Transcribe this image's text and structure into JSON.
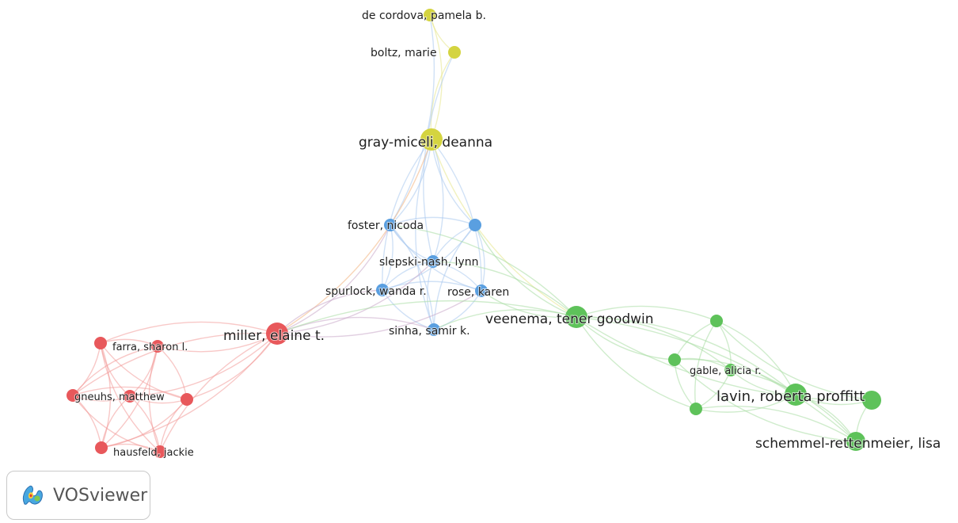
{
  "colors": {
    "red": "#e8585b",
    "yellow": "#d4d440",
    "blue": "#5a9fe0",
    "green": "#5ec25a",
    "edge_red": "#f29a99",
    "edge_yellow": "#e6e68a",
    "edge_blue": "#a9c9ee",
    "edge_green": "#a8dca3",
    "edge_orange": "#f3b27e",
    "edge_purple": "#c9a8c9"
  },
  "nodes": [
    {
      "id": "decordova",
      "label": "de cordova, pamela b.",
      "cluster": "yellow",
      "size": "small"
    },
    {
      "id": "boltz",
      "label": "boltz, marie",
      "cluster": "yellow",
      "size": "small"
    },
    {
      "id": "graymiceli",
      "label": "gray-miceli, deanna",
      "cluster": "yellow",
      "size": "large"
    },
    {
      "id": "foster",
      "label": "foster, nicoda",
      "cluster": "blue",
      "size": "small"
    },
    {
      "id": "blue_unlabeled",
      "label": "",
      "cluster": "blue",
      "size": "small"
    },
    {
      "id": "slepski",
      "label": "slepski-nash, lynn",
      "cluster": "blue",
      "size": "small"
    },
    {
      "id": "spurlock",
      "label": "spurlock, wanda r.",
      "cluster": "blue",
      "size": "small"
    },
    {
      "id": "rose",
      "label": "rose, karen",
      "cluster": "blue",
      "size": "small"
    },
    {
      "id": "sinha",
      "label": "sinha, samir k.",
      "cluster": "blue",
      "size": "small"
    },
    {
      "id": "veenema",
      "label": "veenema, tener goodwin",
      "cluster": "green",
      "size": "large"
    },
    {
      "id": "miller",
      "label": "miller, elaine t.",
      "cluster": "red",
      "size": "large"
    },
    {
      "id": "farra",
      "label": "farra, sharon l.",
      "cluster": "red",
      "size": "small"
    },
    {
      "id": "red_left_top",
      "label": "",
      "cluster": "red",
      "size": "small"
    },
    {
      "id": "gneuhs",
      "label": "gneuhs, matthew",
      "cluster": "red",
      "size": "small"
    },
    {
      "id": "red_left_mid",
      "label": "",
      "cluster": "red",
      "size": "small"
    },
    {
      "id": "red_right_mid",
      "label": "",
      "cluster": "red",
      "size": "small"
    },
    {
      "id": "hausfeld",
      "label": "hausfeld, jackie",
      "cluster": "red",
      "size": "small"
    },
    {
      "id": "red_left_bot",
      "label": "",
      "cluster": "red",
      "size": "small"
    },
    {
      "id": "green_top",
      "label": "",
      "cluster": "green",
      "size": "small"
    },
    {
      "id": "green_mid",
      "label": "",
      "cluster": "green",
      "size": "small"
    },
    {
      "id": "gable",
      "label": "gable, alicia r.",
      "cluster": "green",
      "size": "small"
    },
    {
      "id": "green_low",
      "label": "",
      "cluster": "green",
      "size": "small"
    },
    {
      "id": "lavin",
      "label": "lavin, roberta proffitt",
      "cluster": "green",
      "size": "large"
    },
    {
      "id": "green_right",
      "label": "",
      "cluster": "green",
      "size": "medium"
    },
    {
      "id": "schemmel",
      "label": "schemmel-rettenmeier, lisa",
      "cluster": "green",
      "size": "medium"
    }
  ],
  "edges": [
    [
      "decordova",
      "boltz"
    ],
    [
      "decordova",
      "graymiceli"
    ],
    [
      "boltz",
      "graymiceli"
    ],
    [
      "decordova",
      "foster"
    ],
    [
      "boltz",
      "slepski"
    ],
    [
      "graymiceli",
      "foster"
    ],
    [
      "graymiceli",
      "blue_unlabeled"
    ],
    [
      "graymiceli",
      "slepski"
    ],
    [
      "graymiceli",
      "spurlock"
    ],
    [
      "graymiceli",
      "rose"
    ],
    [
      "graymiceli",
      "sinha"
    ],
    [
      "graymiceli",
      "miller"
    ],
    [
      "graymiceli",
      "veenema"
    ],
    [
      "foster",
      "blue_unlabeled"
    ],
    [
      "foster",
      "slepski"
    ],
    [
      "foster",
      "spurlock"
    ],
    [
      "foster",
      "rose"
    ],
    [
      "foster",
      "sinha"
    ],
    [
      "blue_unlabeled",
      "slepski"
    ],
    [
      "blue_unlabeled",
      "rose"
    ],
    [
      "blue_unlabeled",
      "sinha"
    ],
    [
      "blue_unlabeled",
      "spurlock"
    ],
    [
      "slepski",
      "spurlock"
    ],
    [
      "slepski",
      "rose"
    ],
    [
      "slepski",
      "sinha"
    ],
    [
      "spurlock",
      "rose"
    ],
    [
      "spurlock",
      "sinha"
    ],
    [
      "rose",
      "sinha"
    ],
    [
      "miller",
      "foster"
    ],
    [
      "miller",
      "spurlock"
    ],
    [
      "miller",
      "slepski"
    ],
    [
      "miller",
      "sinha"
    ],
    [
      "miller",
      "rose"
    ],
    [
      "miller",
      "veenema"
    ],
    [
      "veenema",
      "foster"
    ],
    [
      "veenema",
      "blue_unlabeled"
    ],
    [
      "veenema",
      "slepski"
    ],
    [
      "veenema",
      "rose"
    ],
    [
      "veenema",
      "sinha"
    ],
    [
      "miller",
      "farra"
    ],
    [
      "miller",
      "red_left_top"
    ],
    [
      "miller",
      "gneuhs"
    ],
    [
      "miller",
      "red_left_mid"
    ],
    [
      "miller",
      "red_right_mid"
    ],
    [
      "miller",
      "hausfeld"
    ],
    [
      "miller",
      "red_left_bot"
    ],
    [
      "farra",
      "red_left_top"
    ],
    [
      "farra",
      "gneuhs"
    ],
    [
      "farra",
      "red_left_mid"
    ],
    [
      "farra",
      "red_right_mid"
    ],
    [
      "farra",
      "hausfeld"
    ],
    [
      "farra",
      "red_left_bot"
    ],
    [
      "red_left_top",
      "gneuhs"
    ],
    [
      "red_left_top",
      "red_left_mid"
    ],
    [
      "red_left_top",
      "hausfeld"
    ],
    [
      "red_left_top",
      "red_left_bot"
    ],
    [
      "red_left_top",
      "red_right_mid"
    ],
    [
      "gneuhs",
      "red_left_mid"
    ],
    [
      "gneuhs",
      "red_right_mid"
    ],
    [
      "gneuhs",
      "hausfeld"
    ],
    [
      "gneuhs",
      "red_left_bot"
    ],
    [
      "red_left_mid",
      "red_right_mid"
    ],
    [
      "red_left_mid",
      "hausfeld"
    ],
    [
      "red_left_mid",
      "red_left_bot"
    ],
    [
      "red_right_mid",
      "hausfeld"
    ],
    [
      "red_right_mid",
      "red_left_bot"
    ],
    [
      "hausfeld",
      "red_left_bot"
    ],
    [
      "veenema",
      "green_top"
    ],
    [
      "veenema",
      "green_mid"
    ],
    [
      "veenema",
      "gable"
    ],
    [
      "veenema",
      "green_low"
    ],
    [
      "veenema",
      "lavin"
    ],
    [
      "veenema",
      "green_right"
    ],
    [
      "veenema",
      "schemmel"
    ],
    [
      "green_top",
      "green_mid"
    ],
    [
      "green_top",
      "gable"
    ],
    [
      "green_top",
      "green_low"
    ],
    [
      "green_top",
      "lavin"
    ],
    [
      "green_top",
      "green_right"
    ],
    [
      "green_mid",
      "gable"
    ],
    [
      "green_mid",
      "green_low"
    ],
    [
      "green_mid",
      "lavin"
    ],
    [
      "green_mid",
      "schemmel"
    ],
    [
      "gable",
      "green_low"
    ],
    [
      "gable",
      "lavin"
    ],
    [
      "gable",
      "schemmel"
    ],
    [
      "green_low",
      "lavin"
    ],
    [
      "green_low",
      "schemmel"
    ],
    [
      "lavin",
      "green_right"
    ],
    [
      "lavin",
      "schemmel"
    ],
    [
      "green_right",
      "schemmel"
    ]
  ],
  "badge": {
    "logo_text": "VOSviewer",
    "logo_icon": "vosviewer-logo-icon"
  }
}
